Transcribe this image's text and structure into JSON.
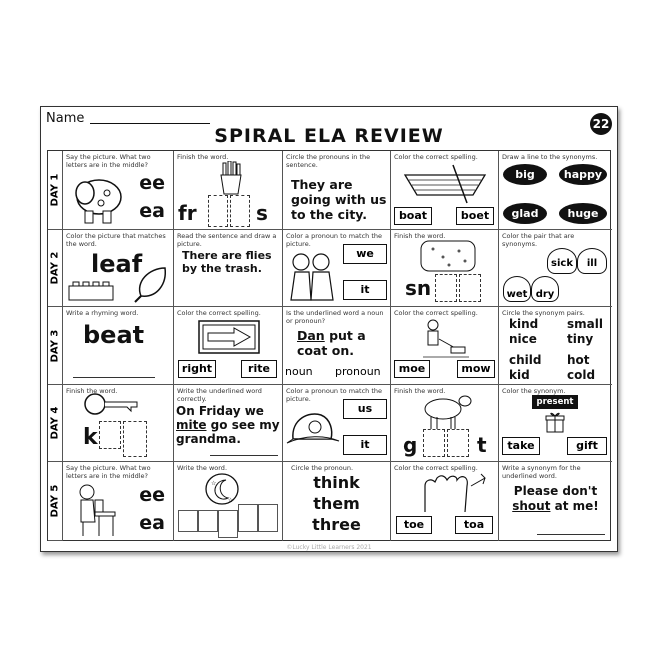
{
  "header": {
    "name_label": "Name",
    "number": "22",
    "title": "SPIRAL ELA REVIEW"
  },
  "days": [
    "DAY 1",
    "DAY 2",
    "DAY 3",
    "DAY 4",
    "DAY 5"
  ],
  "d1": {
    "c1": {
      "ins": "Say the picture. What two letters are in the middle?",
      "a": "ee",
      "b": "ea",
      "icon": "sheep-icon"
    },
    "c2": {
      "ins": "Finish the word.",
      "pre": "fr",
      "post": "s",
      "icon": "fries-icon"
    },
    "c3": {
      "ins": "Circle the pronouns in the sentence.",
      "sentence": "They are going with us to the city."
    },
    "c4": {
      "ins": "Color the correct spelling.",
      "a": "boat",
      "b": "boet",
      "icon": "boat-icon"
    },
    "c5": {
      "ins": "Draw a line to the synonyms.",
      "words": [
        "big",
        "happy",
        "glad",
        "huge"
      ]
    }
  },
  "d2": {
    "c1": {
      "ins": "Color the picture that matches the word.",
      "word": "leaf",
      "icon": "leaf-icon"
    },
    "c2": {
      "ins": "Read the sentence and draw a picture.",
      "sentence": "There are flies by the trash."
    },
    "c3": {
      "ins": "Color a pronoun to match the picture.",
      "a": "we",
      "b": "it",
      "icon": "kids-icon"
    },
    "c4": {
      "ins": "Finish the word.",
      "pre": "sn",
      "icon": "snow-icon"
    },
    "c5": {
      "ins": "Color the pair that are synonyms.",
      "words": [
        "sick",
        "ill",
        "wet",
        "dry"
      ]
    }
  },
  "d3": {
    "c1": {
      "ins": "Write a rhyming word.",
      "word": "beat"
    },
    "c2": {
      "ins": "Color the correct spelling.",
      "a": "right",
      "b": "rite",
      "icon": "arrow-icon"
    },
    "c3": {
      "ins": "Is the underlined word a noun or pronoun?",
      "underlined": "Dan",
      "rest1": " put a",
      "rest2": "coat on.",
      "a": "noun",
      "b": "pronoun"
    },
    "c4": {
      "ins": "Color the correct spelling.",
      "a": "moe",
      "b": "mow",
      "icon": "mower-icon"
    },
    "c5": {
      "ins": "Circle the synonym pairs.",
      "words": [
        "kind",
        "small",
        "nice",
        "tiny",
        "child",
        "hot",
        "kid",
        "cold"
      ]
    }
  },
  "d4": {
    "c1": {
      "ins": "Finish the word.",
      "pre": "k",
      "icon": "key-icon"
    },
    "c2": {
      "ins": "Write the underlined word correctly.",
      "l1": "On Friday we",
      "underlined": "mite",
      "l2rest": " go see my",
      "l3": "grandma."
    },
    "c3": {
      "ins": "Color a pronoun to match the picture.",
      "a": "us",
      "b": "it",
      "icon": "cap-icon"
    },
    "c4": {
      "ins": "Finish the word.",
      "pre": "g",
      "post": "t",
      "icon": "goat-icon"
    },
    "c5": {
      "ins": "Color the synonym.",
      "target": "present",
      "a": "take",
      "b": "gift",
      "icon": "gift-icon"
    }
  },
  "d5": {
    "c1": {
      "ins": "Say the picture. What two letters are in the middle?",
      "a": "ee",
      "b": "ea",
      "icon": "reading-girl-icon"
    },
    "c2": {
      "ins": "Write the word.",
      "icon": "night-icon"
    },
    "c3": {
      "ins": "Circle the pronoun.",
      "words": [
        "think",
        "them",
        "three"
      ]
    },
    "c4": {
      "ins": "Color the correct spelling.",
      "a": "toe",
      "b": "toa",
      "icon": "foot-icon"
    },
    "c5": {
      "ins": "Write a synonym for the underlined word.",
      "l1": "Please don't",
      "underlined": "shout",
      "rest": " at me!"
    }
  },
  "footer": "©Lucky Little Learners 2021"
}
